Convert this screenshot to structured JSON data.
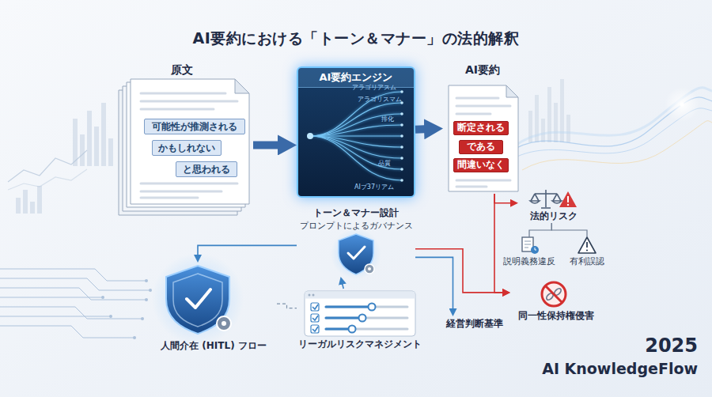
{
  "diagram": {
    "title": "AI要約における「トーン＆マナー」の法的解釈",
    "nodes": [
      {
        "text": [
          "原文"
        ]
      },
      {
        "text": [
          "可能性が推測される"
        ],
        "in": 0
      },
      {
        "text": [
          "かもしれない"
        ],
        "in": 0
      },
      {
        "text": [
          "と思われる"
        ],
        "in": 0
      },
      {
        "text": [
          "AI要約エンジン"
        ]
      },
      {
        "text": [
          "AI要約"
        ]
      },
      {
        "text": [
          "断定される"
        ],
        "in": 5
      },
      {
        "text": [
          "である"
        ],
        "in": 5
      },
      {
        "text": [
          "間違いなく"
        ],
        "in": 5
      },
      {
        "text": [
          "法的リスク"
        ]
      },
      {
        "text": [
          "説明義務違反"
        ]
      },
      {
        "text": [
          "有利誤認"
        ]
      },
      {
        "text": [
          "同一性保持権侵害"
        ]
      },
      {
        "text": [
          "トーン＆マナー設計",
          "プロンプトによるガバナンス"
        ]
      },
      {
        "text": [
          "人間介在 (HITL) フロー"
        ]
      },
      {
        "text": [
          "リーガルリスクマネジメント"
        ]
      },
      {
        "text": [
          "経営判断基準"
        ]
      }
    ],
    "edges": [
      {
        "from": 0,
        "to": 4,
        "arrow": "to"
      },
      {
        "from": 4,
        "to": 5,
        "arrow": "to"
      },
      {
        "from": 5,
        "to": 9,
        "arrow": "to"
      },
      {
        "from": 5,
        "to": 12,
        "arrow": "to"
      },
      {
        "from": 9,
        "to": 10,
        "arrow": "none"
      },
      {
        "from": 9,
        "to": 11,
        "arrow": "none"
      },
      {
        "from": 13,
        "to": 12,
        "arrow": "to"
      },
      {
        "from": 13,
        "to": 14,
        "arrow": "to"
      },
      {
        "from": 15,
        "to": 13,
        "arrow": "to"
      },
      {
        "from": 13,
        "to": 16,
        "arrow": "to"
      },
      {
        "from": 14,
        "to": 15,
        "arrow": "none"
      }
    ],
    "labels": [
      "アラゴリアスム",
      "アラゴリスマム",
      "排化",
      "品質",
      "AIブ37リアム",
      "2025",
      "AI KnowledgeFlow"
    ]
  }
}
